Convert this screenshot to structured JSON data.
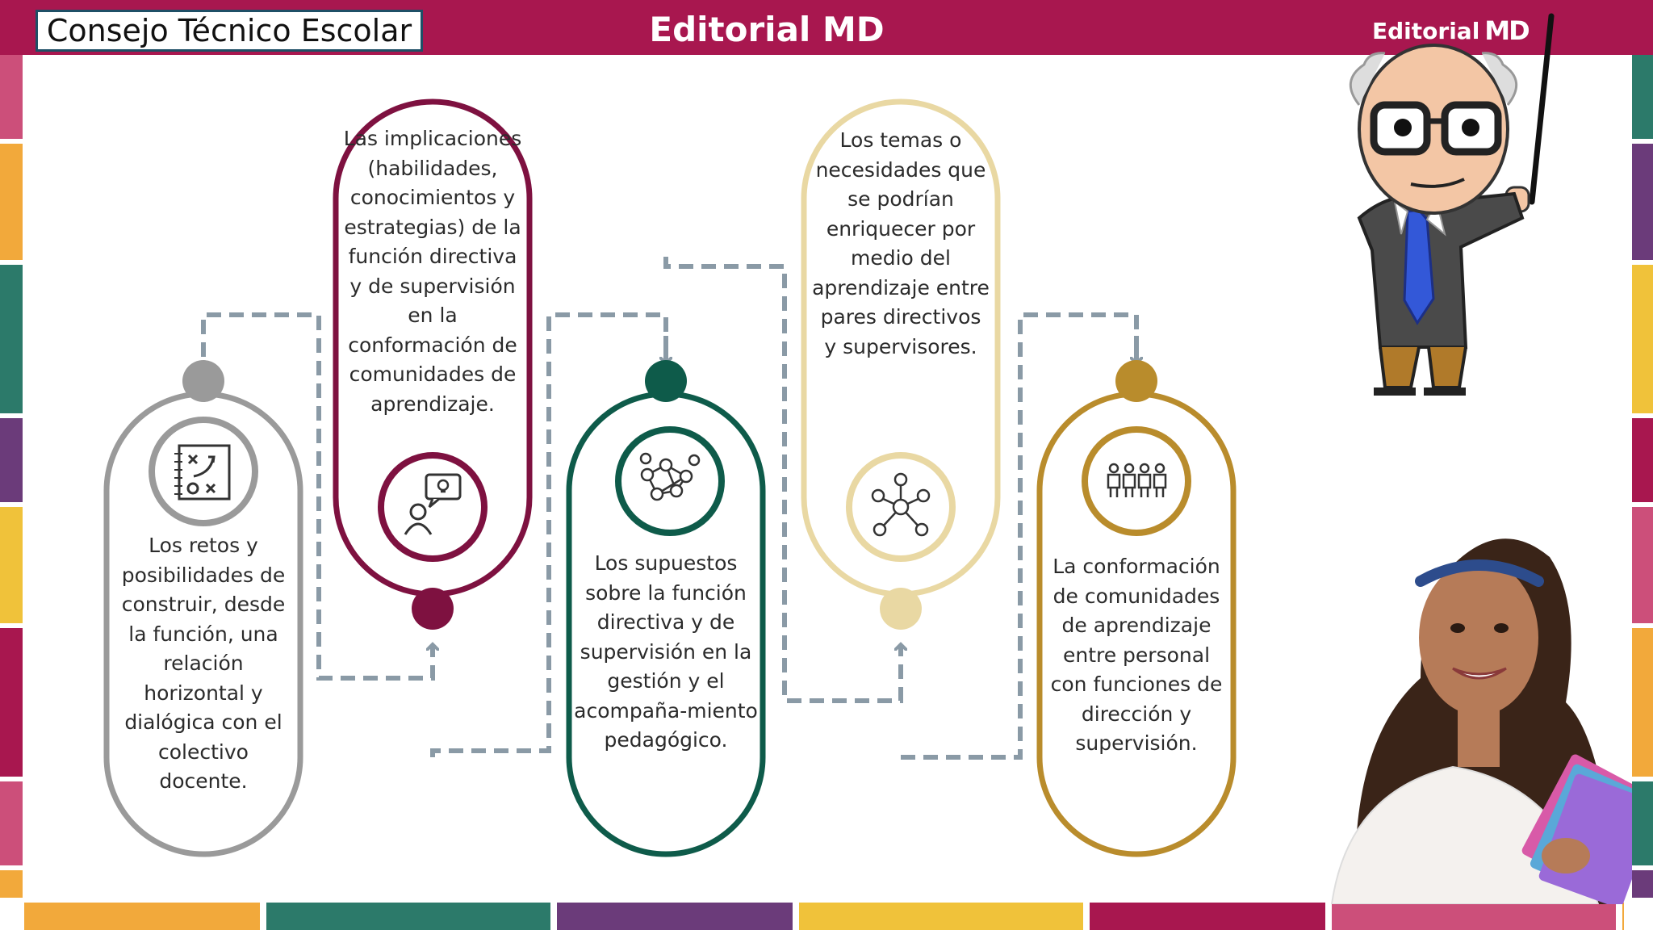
{
  "header": {
    "tag_label": "Consejo Técnico Escolar",
    "title": "Editorial MD",
    "brand_text": "Editorial",
    "brand_mark": "MD"
  },
  "colors": {
    "header_bg": "#a8174f",
    "tag_border": "#1e4f66",
    "connector": "#8a9aa6",
    "gray": "#9a9a9a",
    "wine": "#7e1140",
    "green": "#0e5b4a",
    "cream": "#e9d8a3",
    "gold": "#b98c2c",
    "accent_pink": "#cc4f7a",
    "accent_orange": "#f2a93b",
    "accent_teal": "#2c7a6a",
    "accent_purple": "#6b3b7a",
    "accent_yellow": "#f0c23a"
  },
  "diagram": {
    "items": [
      {
        "id": "retos",
        "icon": "strategy-board-icon",
        "color": "gray",
        "text": "Los retos y posibilidades de construir, desde la función, una relación horizontal y dialógica con el colectivo docente."
      },
      {
        "id": "implicaciones",
        "icon": "person-idea-icon",
        "color": "wine",
        "text": "Las implicaciones (habilidades, conocimientos y estrategias) de la función directiva y de supervisión en la conformación de comunidades de aprendizaje."
      },
      {
        "id": "supuestos",
        "icon": "people-network-icon",
        "color": "green",
        "text": "Los supuestos sobre la función directiva y de supervisión en la gestión y el acompaña-miento pedagógico."
      },
      {
        "id": "temas",
        "icon": "hub-network-icon",
        "color": "cream",
        "text": "Los temas o necesidades que se podrían enriquecer por medio del aprendizaje entre pares directivos y supervisores."
      },
      {
        "id": "conformacion",
        "icon": "group-people-icon",
        "color": "gold",
        "text": "La conformación de comunidades de aprendizaje entre personal con funciones de dirección y supervisión."
      }
    ]
  }
}
